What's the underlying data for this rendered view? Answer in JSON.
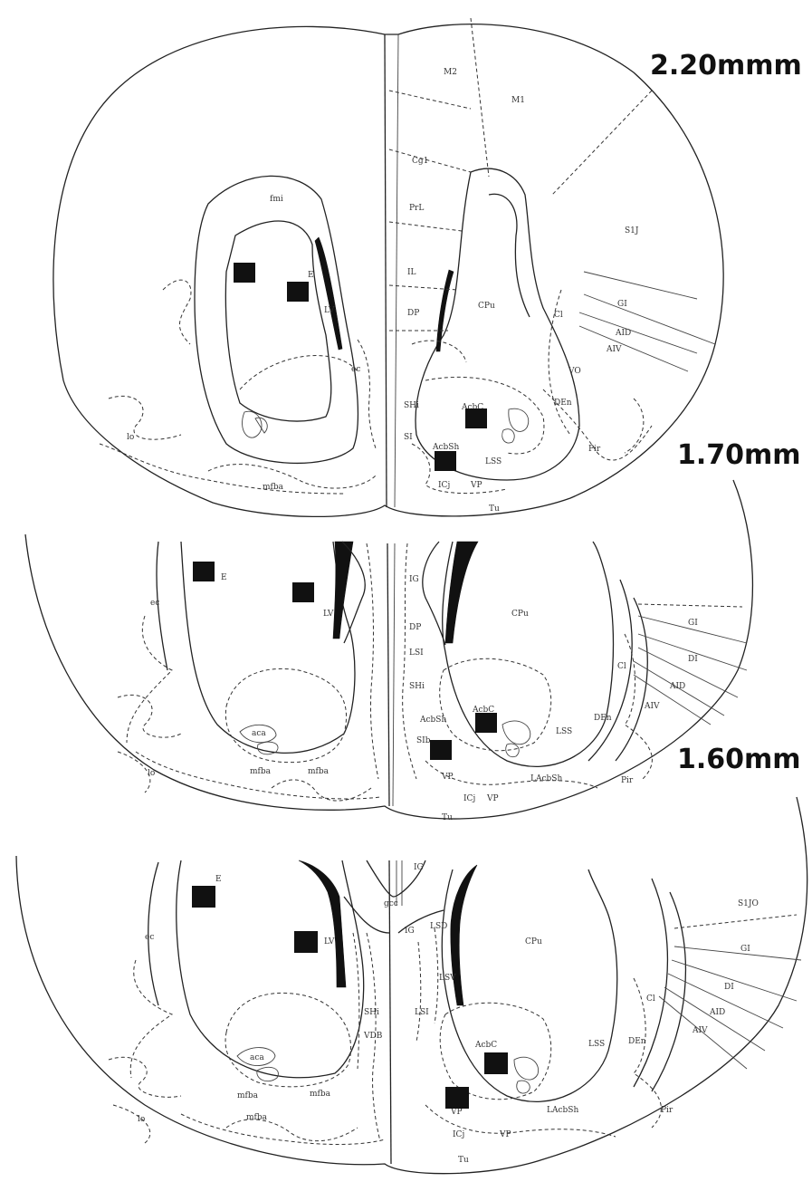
{
  "sections": [
    {
      "level": "2.20mmm",
      "labels": {
        "fmi": "fmi",
        "lv": "LV",
        "ec": "ec",
        "lo": "lo",
        "mfba": "mfba",
        "m2": "M2",
        "m1": "M1",
        "cg1": "Cg1",
        "prl": "PrL",
        "il": "IL",
        "dp": "DP",
        "cpu": "CPu",
        "s1j": "S1J",
        "gi": "GI",
        "aid": "AID",
        "aiv": "AIV",
        "cl": "Cl",
        "vo": "VO",
        "den": "DEn",
        "pir": "Pir",
        "acbc": "AcbC",
        "acbsh": "AcbSh",
        "lss": "LSS",
        "vp": "VP",
        "icj": "ICj",
        "tu": "Tu",
        "shi": "SHi",
        "si": "SI",
        "e": "E"
      }
    },
    {
      "level": "1.70mm",
      "labels": {
        "e": "E",
        "ec": "ec",
        "lv": "LV",
        "aca": "aca",
        "lo": "lo",
        "mfba": "mfba",
        "ig": "IG",
        "dp": "DP",
        "lsi": "LSI",
        "shi": "SHi",
        "cpu": "CPu",
        "gi": "GI",
        "di": "DI",
        "aid": "AID",
        "aiv": "AIV",
        "cl": "Cl",
        "den": "DEn",
        "acbc": "AcbC",
        "acbsh": "AcbSh",
        "lss": "LSS",
        "pir": "Pir",
        "vp": "VP",
        "lacbsh": "LAcbSh",
        "icj": "ICj",
        "tu": "Tu",
        "sib": "SIb"
      }
    },
    {
      "level": "1.60mm",
      "labels": {
        "e": "E",
        "ec": "ec",
        "lv": "LV",
        "aca": "aca",
        "lo": "lo",
        "mfba": "mfba",
        "ig": "IG",
        "gcc": "gcc",
        "lsd": "LSD",
        "lsv": "LSV",
        "lsi": "LSI",
        "shi": "SHi",
        "vdb": "VDB",
        "cpu": "CPu",
        "s1jo": "S1JO",
        "gi": "GI",
        "di": "DI",
        "aid": "AID",
        "aiv": "AIV",
        "cl": "Cl",
        "den": "DEn",
        "lss": "LSS",
        "acbc": "AcbC",
        "pir": "Pir",
        "vp": "VP",
        "lacbsh": "LAcbSh",
        "icj": "ICj",
        "tu": "Tu"
      }
    }
  ]
}
